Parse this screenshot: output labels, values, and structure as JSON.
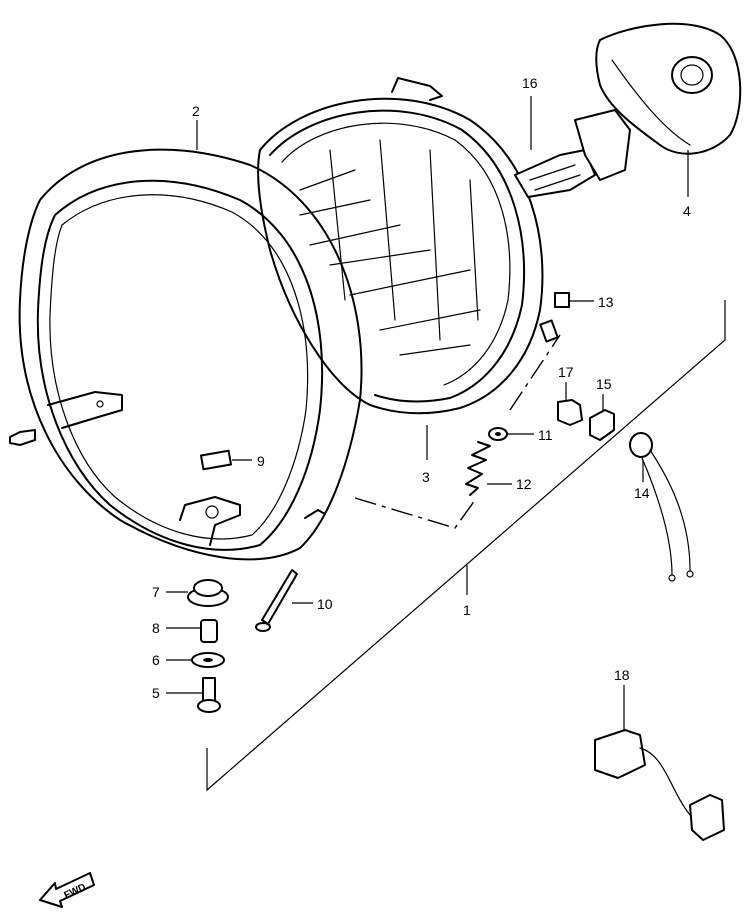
{
  "callouts": [
    {
      "id": "1",
      "label": "1"
    },
    {
      "id": "2",
      "label": "2"
    },
    {
      "id": "3",
      "label": "3"
    },
    {
      "id": "4",
      "label": "4"
    },
    {
      "id": "5",
      "label": "5"
    },
    {
      "id": "6",
      "label": "6"
    },
    {
      "id": "7",
      "label": "7"
    },
    {
      "id": "8",
      "label": "8"
    },
    {
      "id": "9",
      "label": "9"
    },
    {
      "id": "10",
      "label": "10"
    },
    {
      "id": "11",
      "label": "11"
    },
    {
      "id": "12",
      "label": "12"
    },
    {
      "id": "13",
      "label": "13"
    },
    {
      "id": "14",
      "label": "14"
    },
    {
      "id": "15",
      "label": "15"
    },
    {
      "id": "16",
      "label": "16"
    },
    {
      "id": "17",
      "label": "17"
    },
    {
      "id": "18",
      "label": "18"
    }
  ],
  "fwd_arrow": {
    "label": "FWD"
  },
  "colors": {
    "ink": "#000000",
    "paper": "#ffffff"
  }
}
